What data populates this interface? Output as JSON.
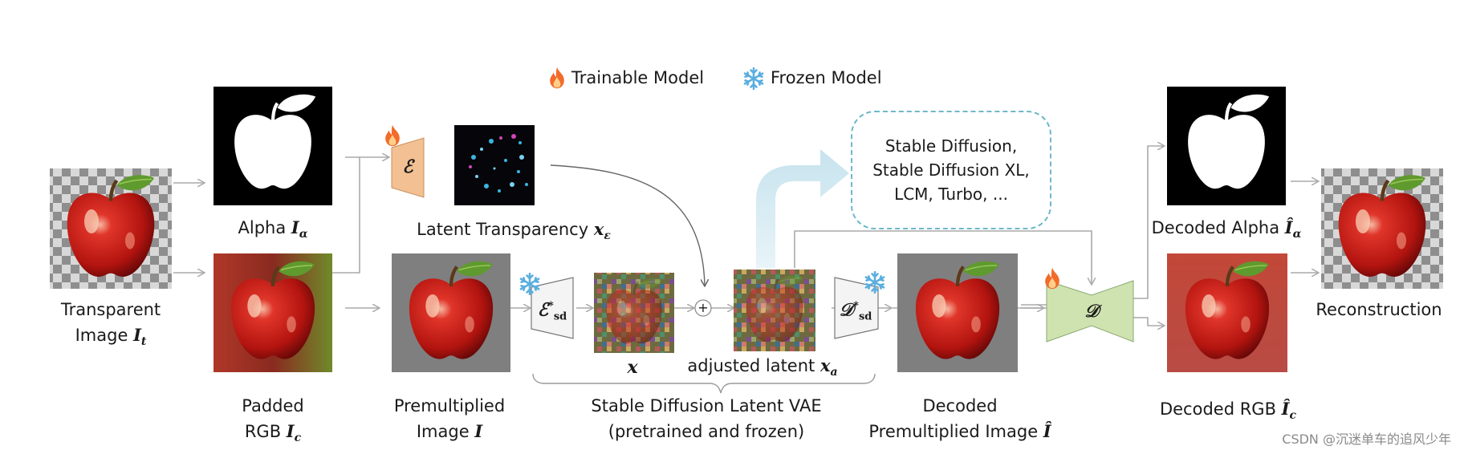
{
  "legend": {
    "trainable": "Trainable Model",
    "frozen": "Frozen Model"
  },
  "models": {
    "encoder_symbol": "ℰ",
    "sd_encoder_symbol": "ℰ",
    "sd_encoder_sup": "*",
    "sd_encoder_sub": "sd",
    "sd_decoder_symbol": "𝒟",
    "sd_decoder_sup": "*",
    "sd_decoder_sub": "sd",
    "decoder_symbol": "𝒟",
    "plus": "+"
  },
  "sd_models": {
    "lines": [
      "Stable Diffusion,",
      "Stable Diffusion XL,",
      "LCM, Turbo, ..."
    ]
  },
  "labels": {
    "transparent_l1": "Transparent",
    "transparent_l2": "Image",
    "transparent_sym": "I",
    "transparent_sub": "t",
    "alpha": "Alpha",
    "alpha_sym": "I",
    "alpha_sub": "α",
    "padded_l1": "Padded",
    "padded_l2": "RGB",
    "padded_sym": "I",
    "padded_sub": "c",
    "latent_transparency": "Latent Transparency",
    "latent_sym": "x",
    "latent_sub": "ε",
    "premult_l1": "Premultiplied",
    "premult_l2": "Image",
    "premult_sym": "I",
    "latent_x": "x",
    "adjusted": "adjusted latent",
    "adjusted_sym": "x",
    "adjusted_sub": "a",
    "vae_l1": "Stable Diffusion Latent VAE",
    "vae_l2": "(pretrained and frozen)",
    "decoded_premult_l1": "Decoded",
    "decoded_premult_l2": "Premultiplied Image",
    "decoded_premult_sym": "Î",
    "decoded_alpha": "Decoded Alpha",
    "decoded_alpha_sym": "Î",
    "decoded_alpha_sub": "α",
    "reconstruction": "Reconstruction",
    "decoded_rgb": "Decoded RGB",
    "decoded_rgb_sym": "Î",
    "decoded_rgb_sub": "c"
  },
  "watermark": "CSDN @沉迷单车的追风少年",
  "colors": {
    "encoder_fill": "#f2c092",
    "decoder_fill": "#cfe3b0",
    "frozen_fill": "#f4f4f4",
    "arrow": "#aaaaaa",
    "flame": "#f26b2a",
    "snow": "#5aaee0",
    "sd_box_border": "#6cb9c8",
    "sd_arrow": "#cfe7ef"
  }
}
